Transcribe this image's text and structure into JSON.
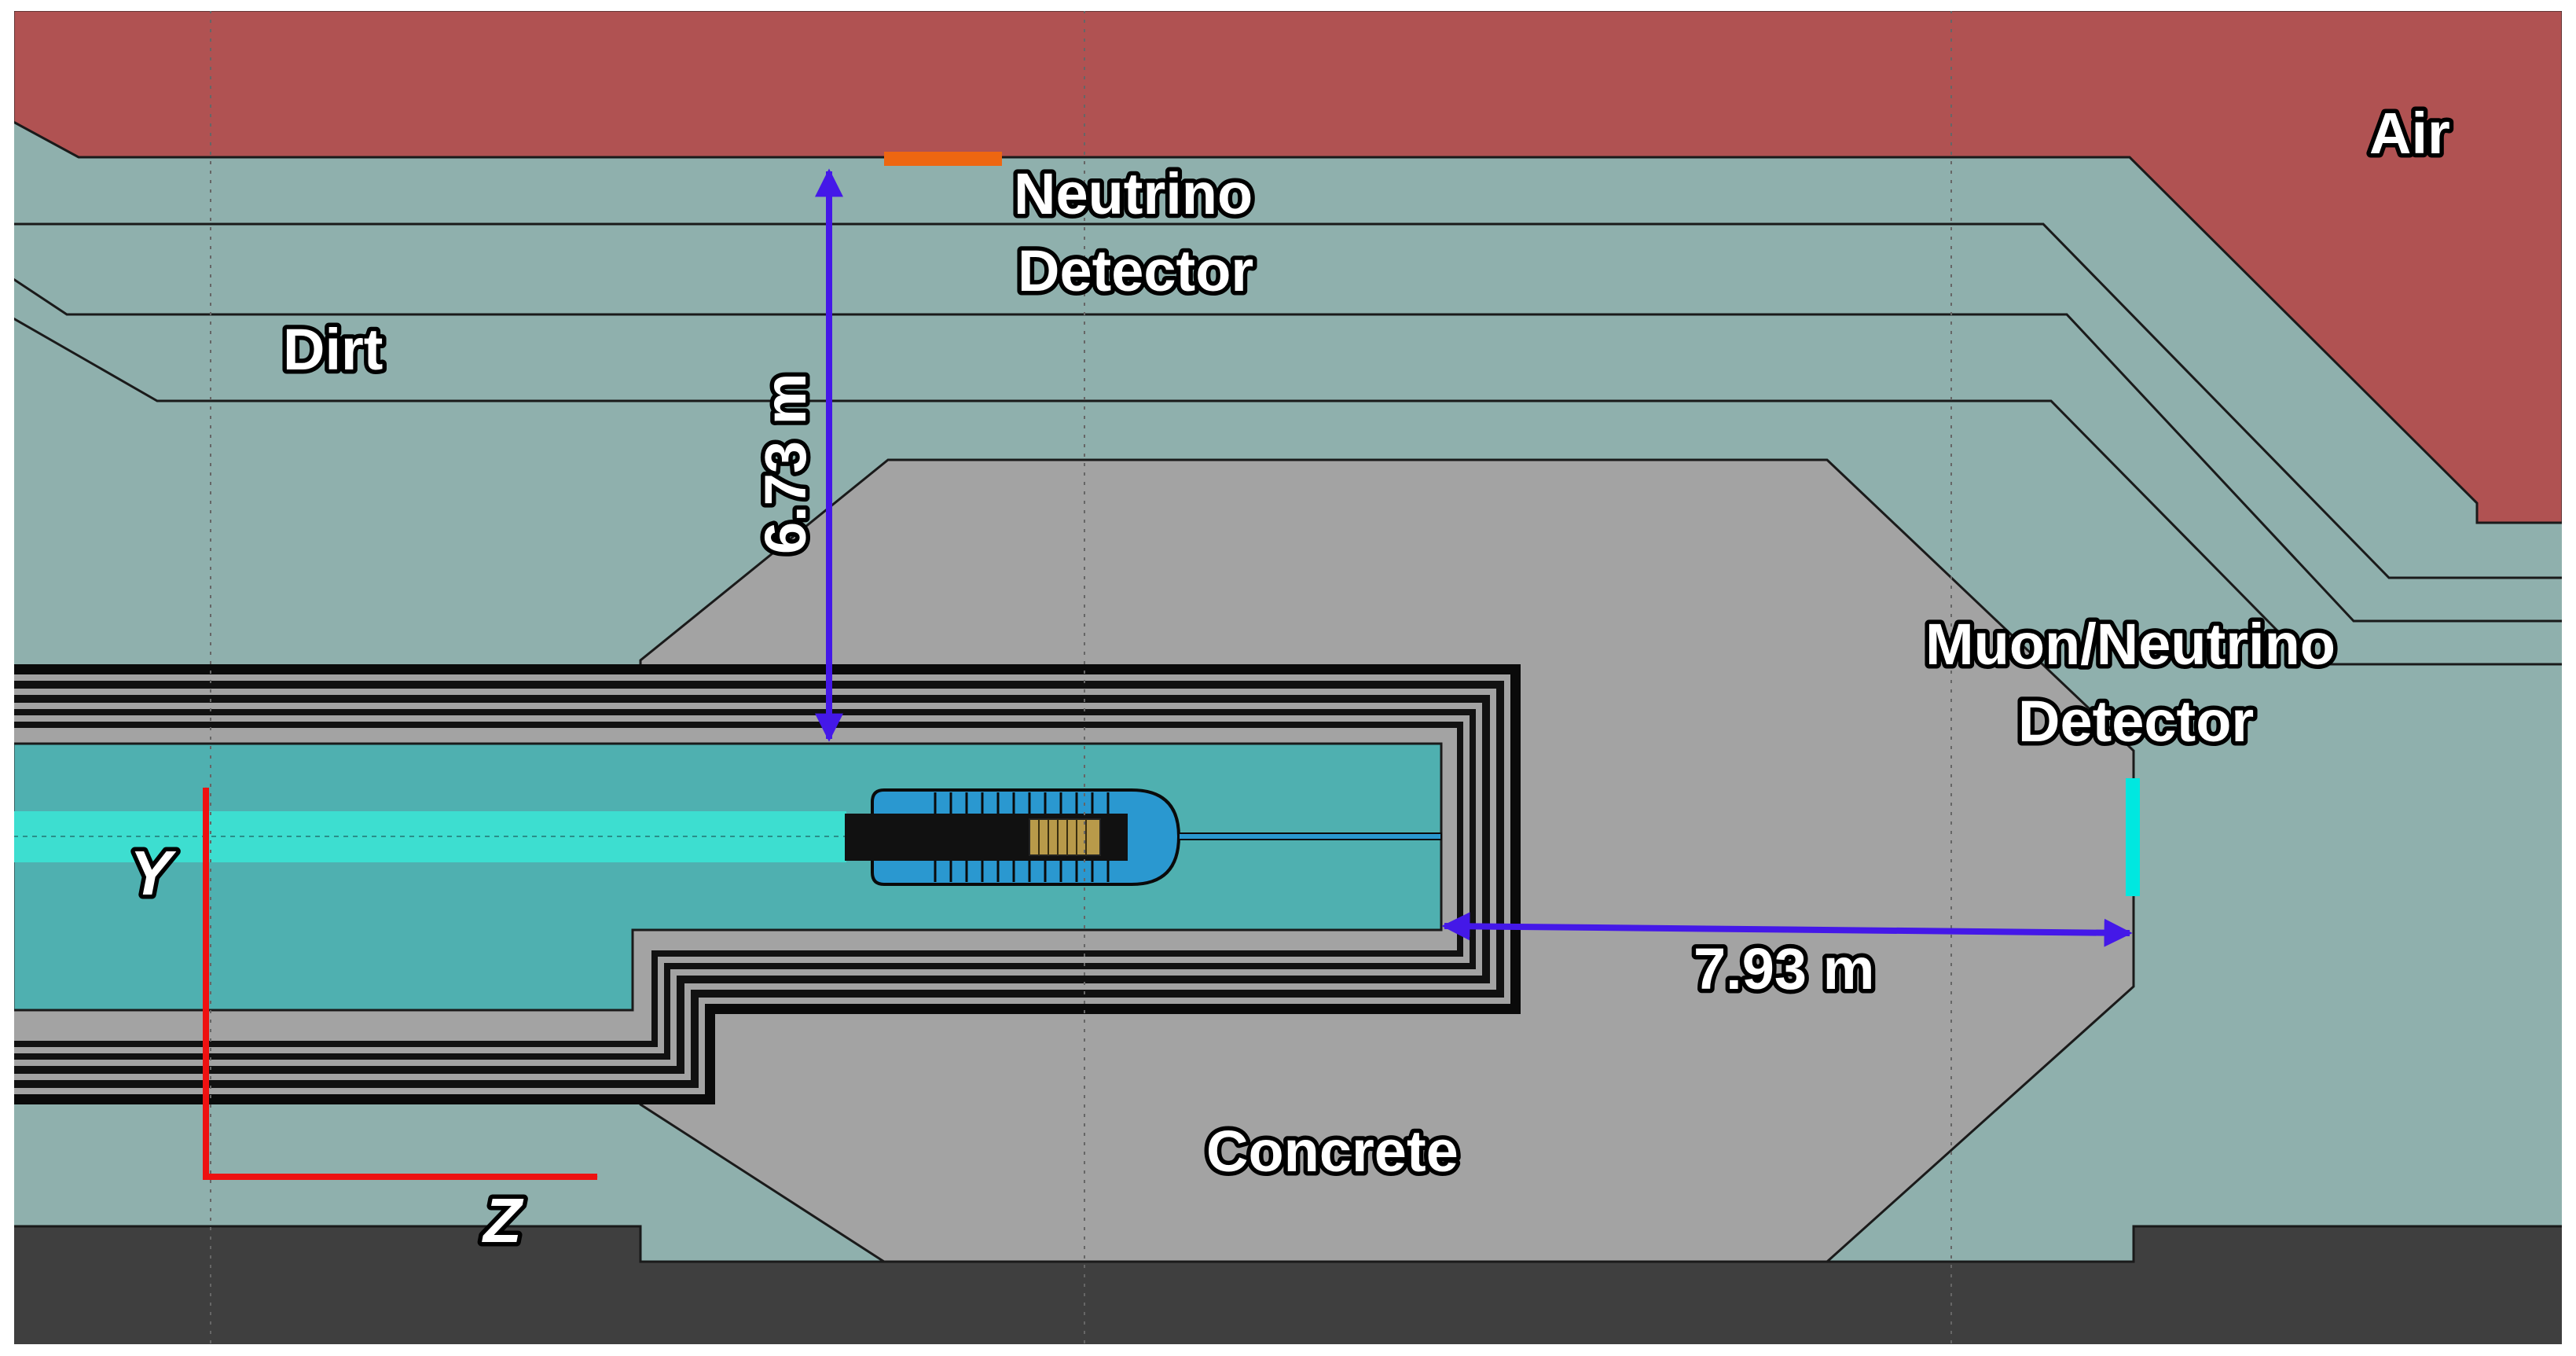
{
  "labels": {
    "air": "Air",
    "dirt": "Dirt",
    "concrete": "Concrete",
    "neutrino_detector_line1": "Neutrino",
    "neutrino_detector_line2": "Detector",
    "muon_detector_line1": "Muon/Neutrino",
    "muon_detector_line2": "Detector",
    "vertical_distance": "6.73 m",
    "horizontal_distance": "7.93 m",
    "axis_y": "Y",
    "axis_z": "Z"
  },
  "colors": {
    "air": "#b05252",
    "dirt": "#8fb0ad",
    "concrete": "#a3a3a3",
    "floor": "#3f3f3f",
    "inner_channel": "#4fb0b0",
    "beam_pipe": "#3dded0",
    "target_housing": "#2a98d0",
    "neutrino_detector": "#ee6611",
    "muon_detector": "#00e8e0",
    "dimension_arrows": "#4418e8",
    "axis_arrows": "#ee1111"
  }
}
